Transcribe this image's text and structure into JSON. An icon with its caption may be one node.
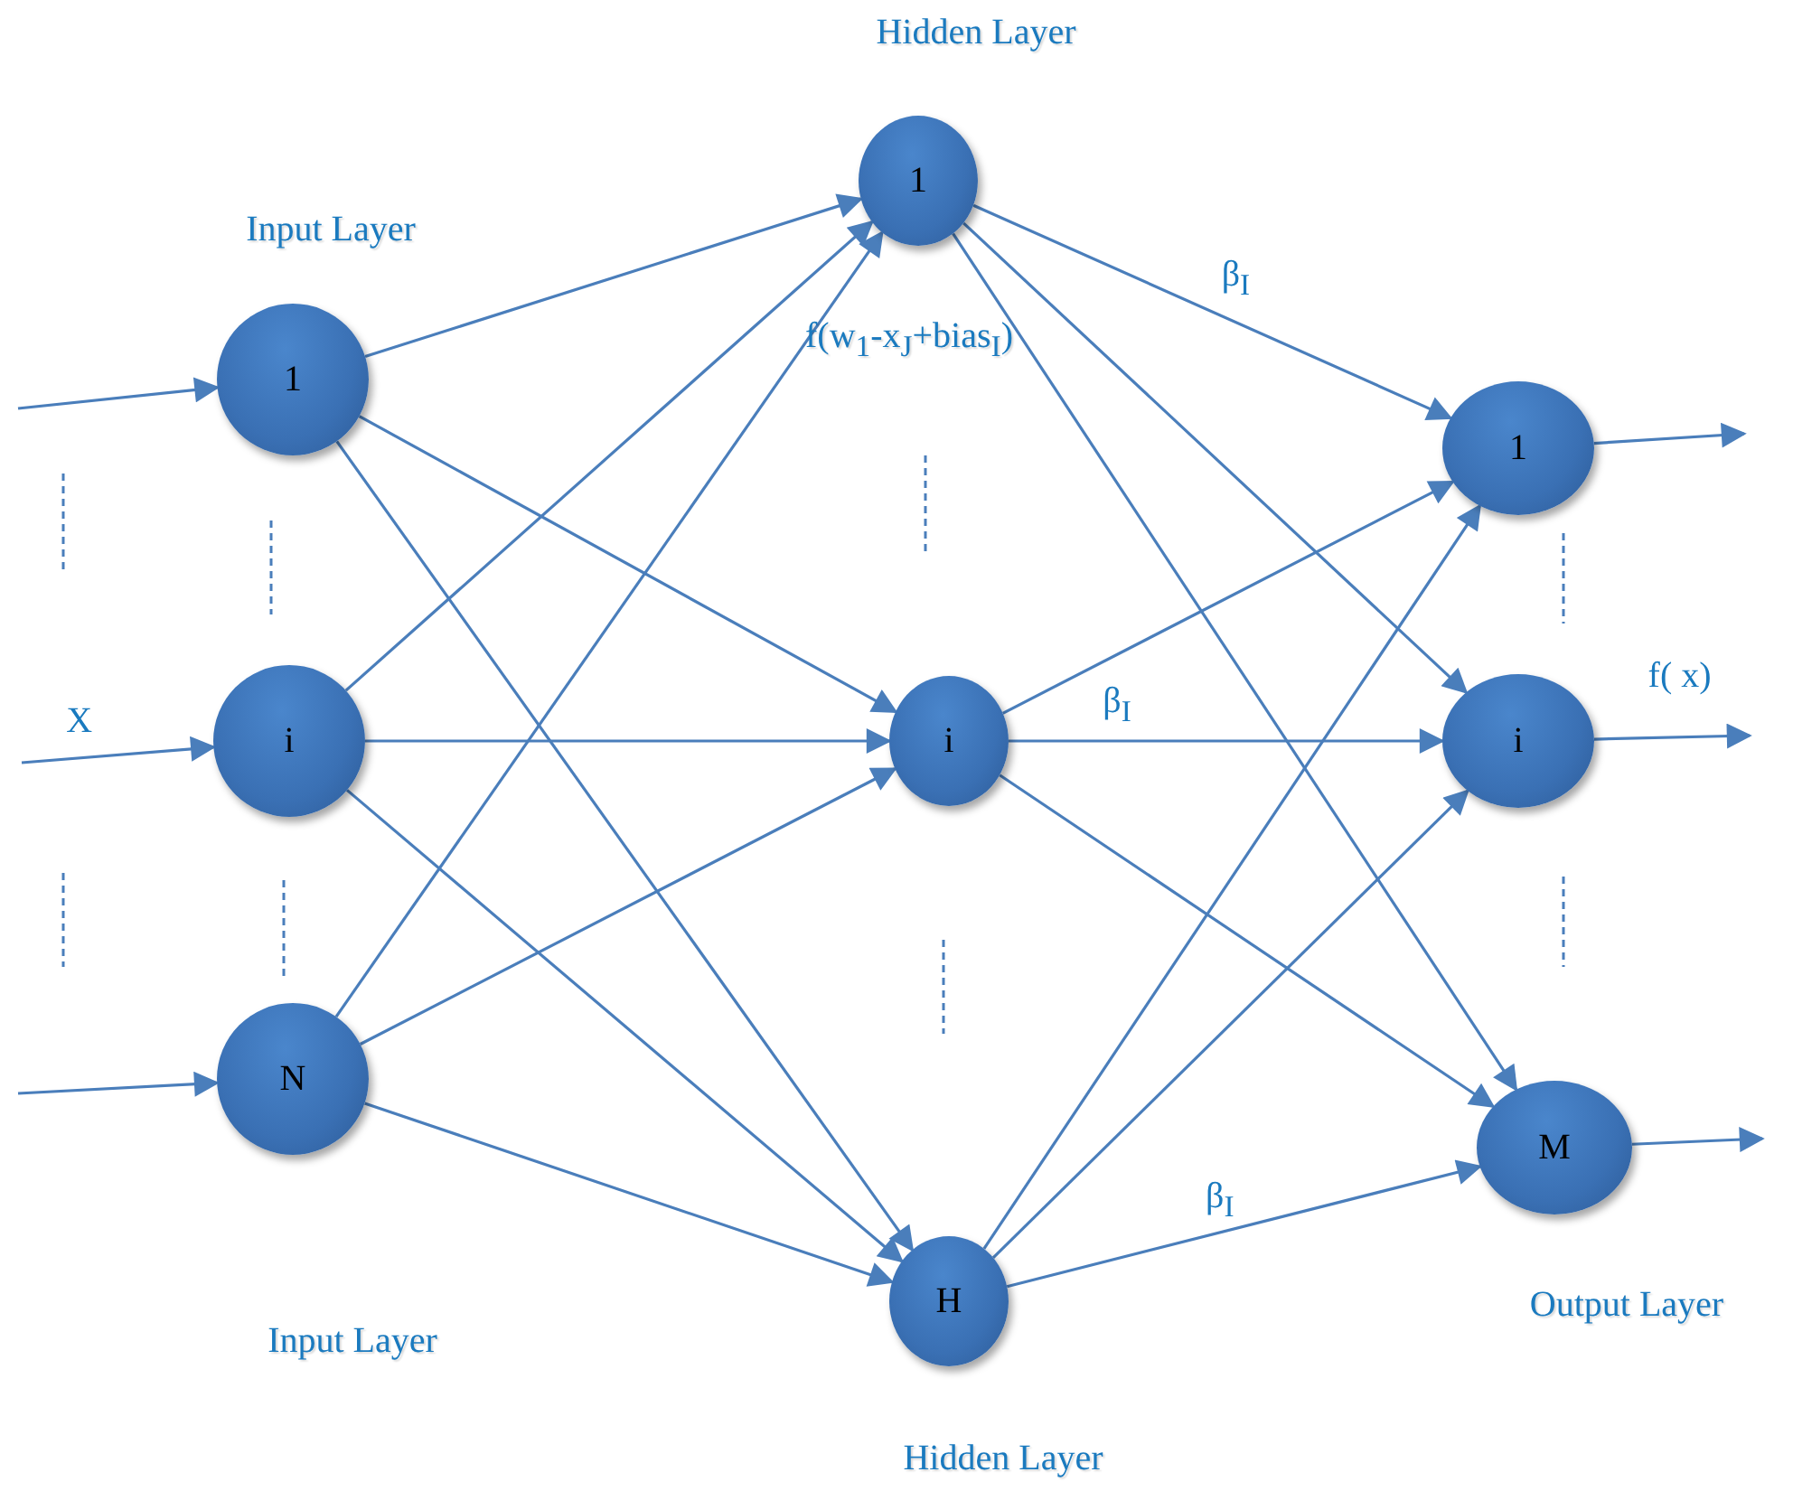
{
  "diagram": {
    "nodes": [
      {
        "text": [
          "1"
        ]
      },
      {
        "text": [
          "i"
        ]
      },
      {
        "text": [
          "N"
        ]
      },
      {
        "text": [
          "1"
        ]
      },
      {
        "text": [
          "i"
        ]
      },
      {
        "text": [
          "H"
        ]
      },
      {
        "text": [
          "1"
        ]
      },
      {
        "text": [
          "i"
        ]
      },
      {
        "text": [
          "M"
        ]
      }
    ],
    "edges": [
      {
        "from": null,
        "to": 0,
        "arrow": "to"
      },
      {
        "from": null,
        "to": 1,
        "arrow": "to",
        "label": "X"
      },
      {
        "from": null,
        "to": 2,
        "arrow": "to"
      },
      {
        "from": 0,
        "to": 3,
        "arrow": "to"
      },
      {
        "from": 0,
        "to": 4,
        "arrow": "to"
      },
      {
        "from": 0,
        "to": 5,
        "arrow": "to"
      },
      {
        "from": 1,
        "to": 3,
        "arrow": "to"
      },
      {
        "from": 1,
        "to": 4,
        "arrow": "to"
      },
      {
        "from": 1,
        "to": 5,
        "arrow": "to"
      },
      {
        "from": 2,
        "to": 3,
        "arrow": "to"
      },
      {
        "from": 2,
        "to": 4,
        "arrow": "to"
      },
      {
        "from": 2,
        "to": 5,
        "arrow": "to"
      },
      {
        "from": 3,
        "to": 6,
        "arrow": "to",
        "label": "β$_{I}$"
      },
      {
        "from": 3,
        "to": 7,
        "arrow": "to"
      },
      {
        "from": 3,
        "to": 8,
        "arrow": "to"
      },
      {
        "from": 4,
        "to": 6,
        "arrow": "to"
      },
      {
        "from": 4,
        "to": 7,
        "arrow": "to",
        "label": "β$_{I}$"
      },
      {
        "from": 4,
        "to": 8,
        "arrow": "to"
      },
      {
        "from": 5,
        "to": 6,
        "arrow": "to"
      },
      {
        "from": 5,
        "to": 7,
        "arrow": "to"
      },
      {
        "from": 5,
        "to": 8,
        "arrow": "to",
        "label": "β$_{I}$"
      },
      {
        "from": 6,
        "to": null,
        "arrow": "to"
      },
      {
        "from": 7,
        "to": null,
        "arrow": "to",
        "label": "f( x)"
      },
      {
        "from": 8,
        "to": null,
        "arrow": "to"
      }
    ],
    "labels": [
      "Hidden Layer",
      "Input Layer",
      "f(w$_{1}$-x$_{J}$+bias$_{I}$)",
      "Output Layer",
      "Input Layer",
      "Hidden Layer"
    ]
  }
}
